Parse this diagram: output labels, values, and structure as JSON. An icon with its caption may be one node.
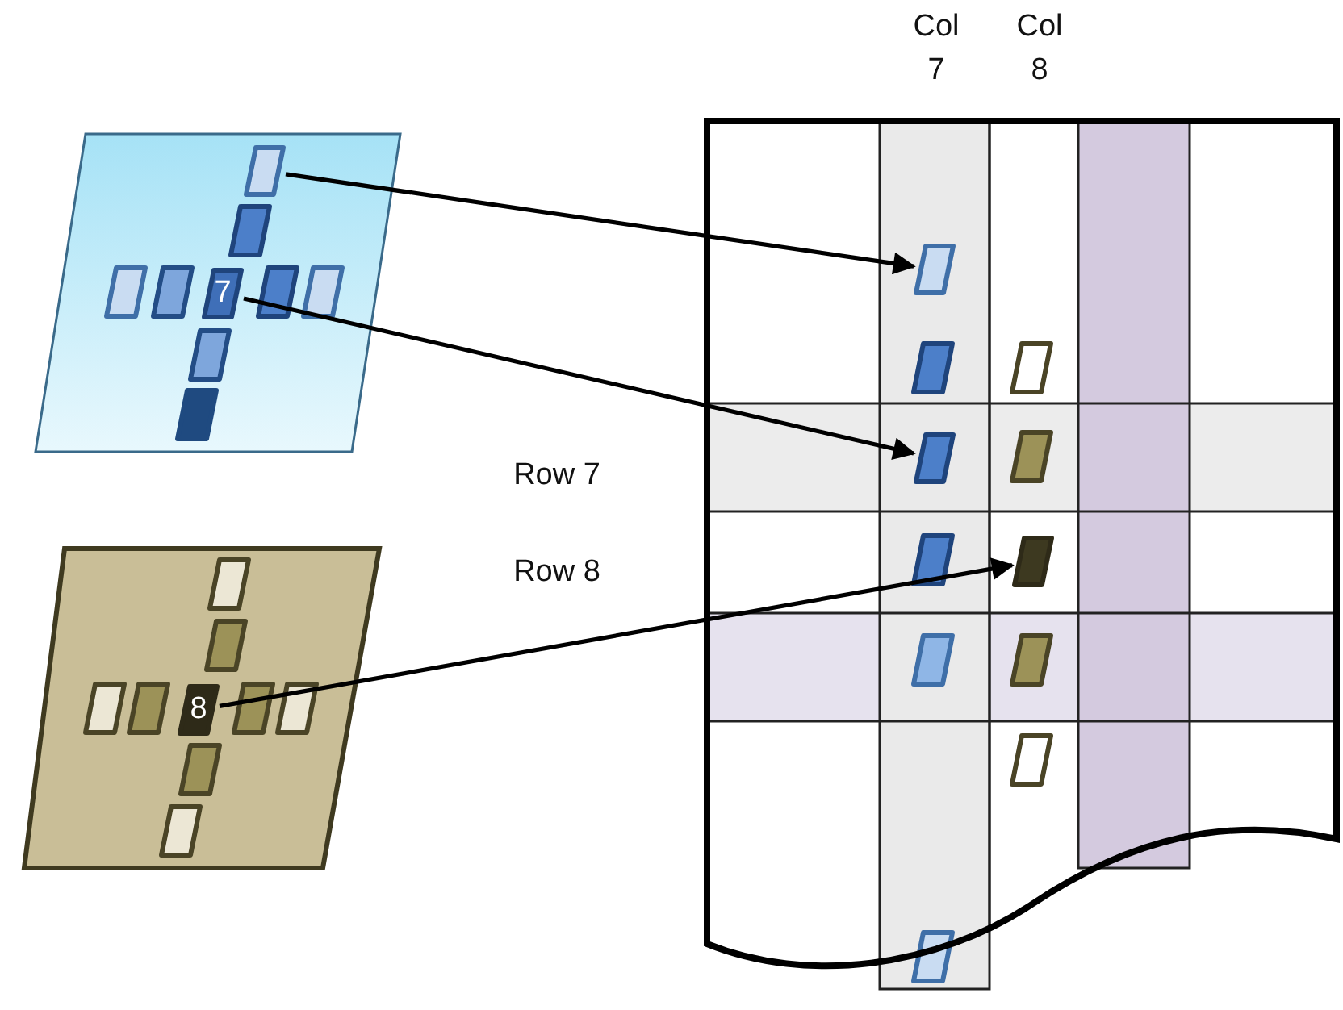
{
  "diagram": {
    "nodes": [
      {
        "text": [],
        "shape": "box"
      },
      {
        "text": [
          "7"
        ]
      },
      {
        "text": [
          "8"
        ]
      },
      {
        "text": [],
        "shape": "box"
      },
      {
        "text": [],
        "shape": "box"
      },
      {
        "text": [],
        "shape": "box"
      }
    ],
    "edges": [
      {
        "from": 0,
        "to": 3,
        "arrow": "to"
      },
      {
        "from": 1,
        "to": 4,
        "arrow": "to"
      },
      {
        "from": 2,
        "to": 5,
        "arrow": "to"
      }
    ],
    "labels": [
      "Col 7",
      "Col 8",
      "Row 7",
      "Row 8"
    ]
  }
}
